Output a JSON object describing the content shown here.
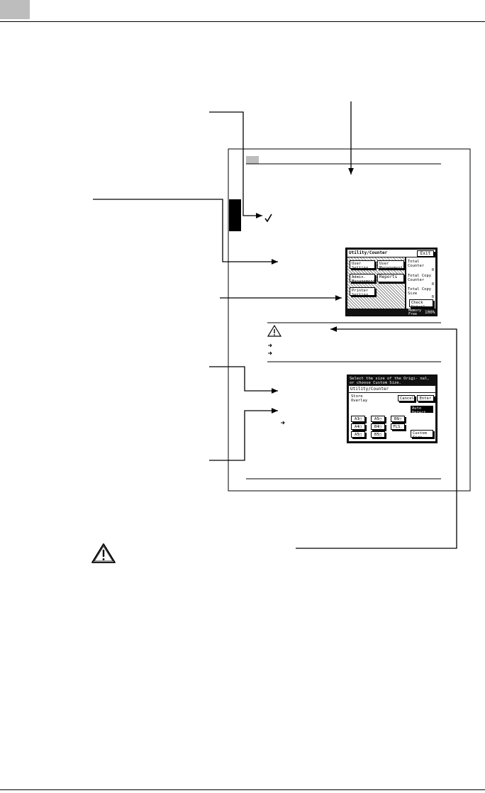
{
  "page": {
    "icon_names": [
      "check-mark-icon",
      "warning-icon",
      "arrow-bullet-icon"
    ],
    "colors": {
      "header_tab": "#bdbdbd",
      "screen_dark": "#111111",
      "highlight": "#000000"
    }
  },
  "screen1": {
    "title": "Utility/Counter",
    "exit": "Exit",
    "buttons": [
      "User Setting",
      "User Management",
      "Admin. Management",
      "Reports",
      "Printer Setting"
    ],
    "counters": [
      {
        "label": "Total Counter",
        "value": "0"
      },
      {
        "label": "Total Copy Counter",
        "value": "0"
      },
      {
        "label": "Total Copy Size",
        "value": "0"
      }
    ],
    "check_detail": "Check Detail",
    "memory_label": "Memory Free",
    "memory_value": "100%"
  },
  "screen2": {
    "message": "Select the size of the Origi- nal, or choose Custom Size.",
    "title": "Utility/Counter",
    "store": "Store Overlay",
    "cancel": "Cancel",
    "enter": "Enter",
    "auto_detect": "Auto Detect",
    "paper": [
      "A3",
      "A5",
      "B6",
      "A4",
      "B4",
      "FLS.",
      "A5",
      "B5"
    ],
    "custom": "Custom Size"
  }
}
